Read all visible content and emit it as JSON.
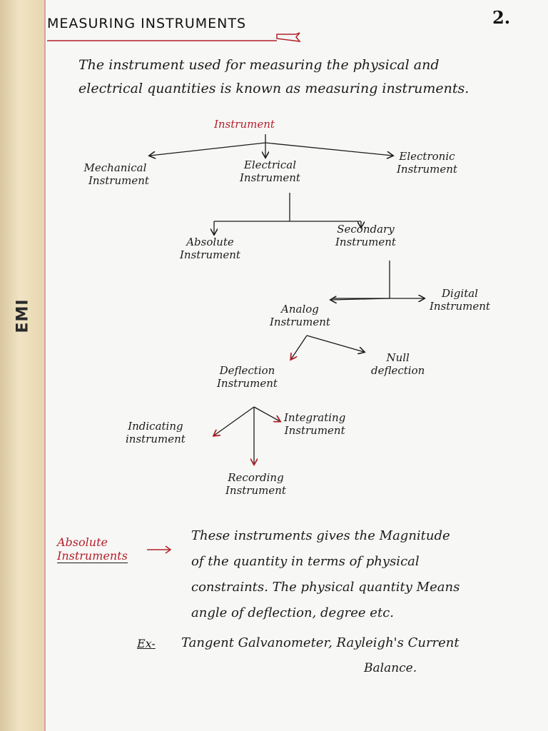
{
  "header": {
    "title": "MEASURING INSTRUMENTS",
    "page_number": "2.",
    "side_tab": "EMI"
  },
  "intro": {
    "line1": "The instrument used for measuring the physical and",
    "line2": "electrical quantities is known as measuring instruments."
  },
  "tree": {
    "root": "Instrument",
    "mechanical": [
      "Mechanical",
      "Instrument"
    ],
    "electrical": [
      "Electrical",
      "Instrument"
    ],
    "electronic": [
      "Electronic",
      "Instrument"
    ],
    "absolute": [
      "Absolute",
      "Instrument"
    ],
    "secondary": [
      "Secondary",
      "Instrument"
    ],
    "analog": [
      "Analog",
      "Instrument"
    ],
    "digital": [
      "Digital",
      "Instrument"
    ],
    "deflection": [
      "Deflection",
      "Instrument"
    ],
    "null_deflection": [
      "Null",
      "deflection"
    ],
    "indicating": [
      "Indicating",
      "instrument"
    ],
    "integrating": [
      "Integrating",
      "Instrument"
    ],
    "recording": [
      "Recording",
      "Instrument"
    ]
  },
  "definition": {
    "term": [
      "Absolute",
      "Instruments"
    ],
    "lines": [
      "These instruments gives the Magnitude",
      "of the quantity in terms of physical",
      "constraints. The physical quantity Means",
      "angle of deflection, degree etc."
    ],
    "example_label": "Ex-",
    "example": [
      "Tangent Galvanometer, Rayleigh's Current",
      "Balance."
    ]
  },
  "colors": {
    "accent": "#b3202a",
    "ink": "#1b1b1b"
  }
}
